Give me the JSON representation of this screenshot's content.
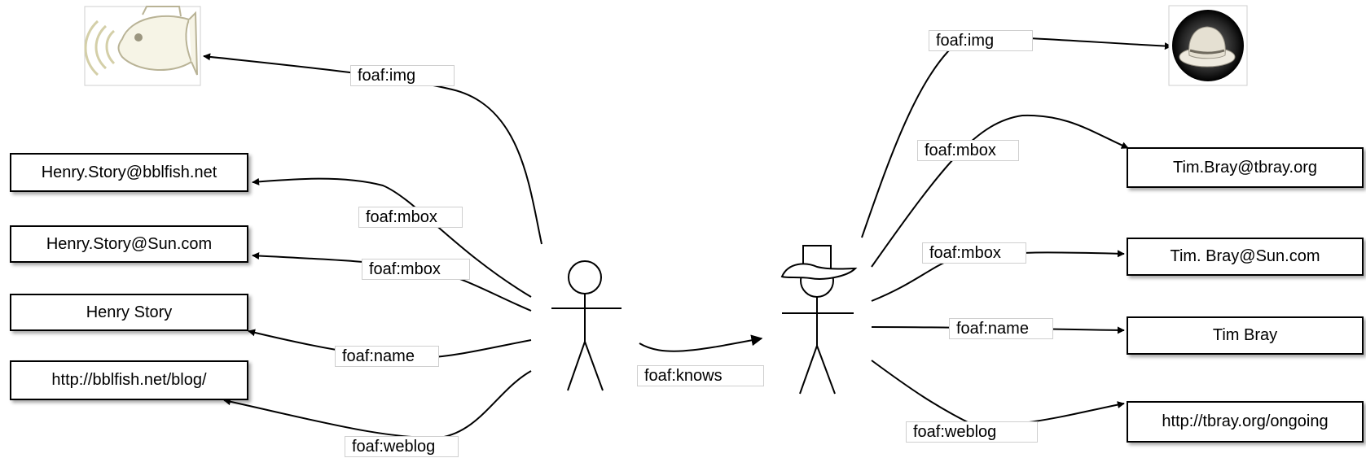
{
  "people": {
    "left": {
      "icon": "stick-figure-icon"
    },
    "right": {
      "icon": "stick-figure-cowboy-hat-icon"
    }
  },
  "images": {
    "left": {
      "icon": "fish-logo-icon"
    },
    "right": {
      "icon": "hat-avatar-icon"
    }
  },
  "left_nodes": {
    "mbox1": "Henry.Story@bblfish.net",
    "mbox2": "Henry.Story@Sun.com",
    "name": "Henry Story",
    "weblog": "http://bblfish.net/blog/"
  },
  "right_nodes": {
    "mbox1": "Tim.Bray@tbray.org",
    "mbox2": "Tim. Bray@Sun.com",
    "name": "Tim Bray",
    "weblog": "http://tbray.org/ongoing"
  },
  "left_edges": {
    "img": "foaf:img",
    "mbox1": "foaf:mbox",
    "mbox2": "foaf:mbox",
    "name": "foaf:name",
    "weblog": "foaf:weblog"
  },
  "center_edge": {
    "knows": "foaf:knows"
  },
  "right_edges": {
    "img": "foaf:img",
    "mbox1": "foaf:mbox",
    "mbox2": "foaf:mbox",
    "name": "foaf:name",
    "weblog": "foaf:weblog"
  }
}
